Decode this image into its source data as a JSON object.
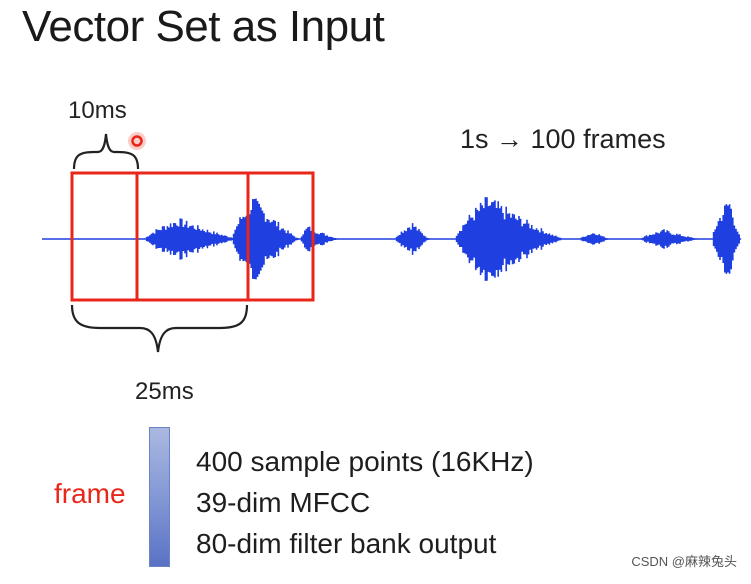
{
  "title": "Vector Set as Input",
  "labels": {
    "hop": "10ms",
    "window": "25ms",
    "rate": "1s → 100 frames",
    "frame": "frame"
  },
  "features": [
    "400 sample points (16KHz)",
    "39-dim MFCC",
    "80-dim filter bank output"
  ],
  "watermark": "CSDN @麻辣兔头",
  "colors": {
    "frame_box": "#e8261a",
    "waveform": "#1f3fe0",
    "frame_bar": "#7f95d4",
    "cursor_dot": "#e8261a"
  }
}
